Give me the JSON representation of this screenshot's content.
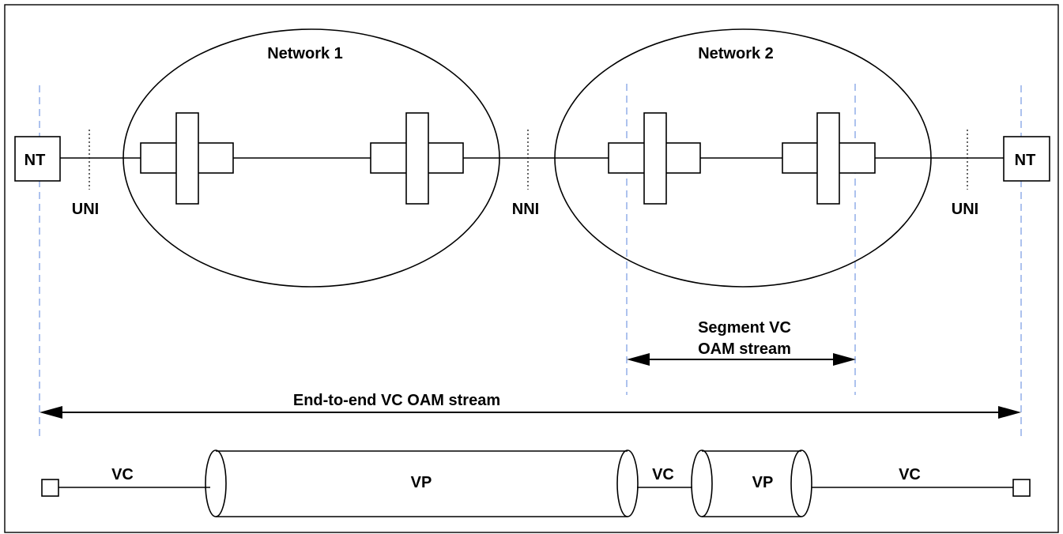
{
  "networks": {
    "network1_label": "Network 1",
    "network2_label": "Network 2"
  },
  "endpoints": {
    "nt_left": "NT",
    "nt_right": "NT"
  },
  "interfaces": {
    "uni_left": "UNI",
    "nni": "NNI",
    "uni_right": "UNI"
  },
  "streams": {
    "segment_line1": "Segment VC",
    "segment_line2": "OAM stream",
    "end_to_end": "End-to-end VC OAM stream"
  },
  "connections": {
    "vc1": "VC",
    "vp1": "VP",
    "vc2": "VC",
    "vp2": "VP",
    "vc3": "VC"
  }
}
